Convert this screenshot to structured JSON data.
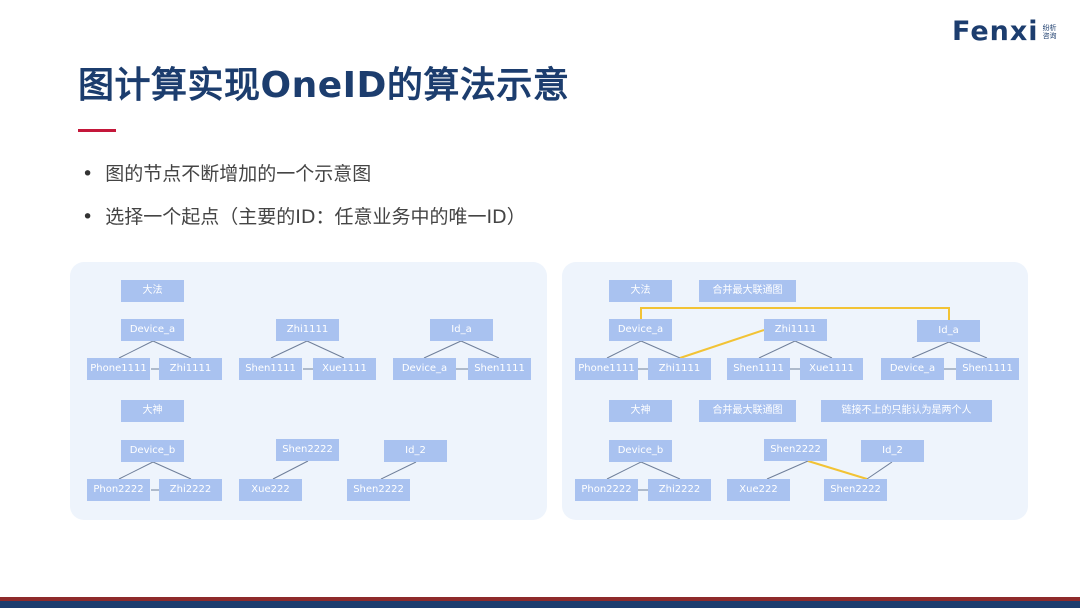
{
  "logo": {
    "main": "Fenxi",
    "sub": "纷析咨询"
  },
  "title": "图计算实现OneID的算法示意",
  "bullets": [
    "图的节点不断增加的一个示意图",
    "选择一个起点（主要的ID：任意业务中的唯一ID）"
  ],
  "colors": {
    "title": "#1c3d6e",
    "accent": "#c4173a",
    "node": "#a9c2f0",
    "merge_edge": "#f2c335",
    "edge": "#6f7f9a"
  },
  "left_panel": {
    "group1_label": "大法",
    "tree1": {
      "root": "Device_a",
      "children": [
        "Phone1111",
        "Zhi1111"
      ]
    },
    "tree2": {
      "root": "Zhi1111",
      "children": [
        "Shen1111",
        "Xue1111"
      ]
    },
    "tree3": {
      "root": "Id_a",
      "children": [
        "Device_a",
        "Shen1111"
      ]
    },
    "group2_label": "大神",
    "tree4": {
      "root": "Device_b",
      "children": [
        "Phon2222",
        "Zhi2222"
      ]
    },
    "tree5": {
      "root": "Shen2222",
      "children": [
        "Xue222"
      ]
    },
    "tree6": {
      "root": "Id_2",
      "children": [
        "Shen2222"
      ]
    }
  },
  "right_panel": {
    "group1_label": "大法",
    "group1_note": "合并最大联通图",
    "tree1": {
      "root": "Device_a",
      "children": [
        "Phone1111",
        "Zhi1111"
      ]
    },
    "tree2": {
      "root": "Zhi1111",
      "children": [
        "Shen1111",
        "Xue1111"
      ]
    },
    "tree3": {
      "root": "Id_a",
      "children": [
        "Device_a",
        "Shen1111"
      ]
    },
    "group2_label": "大神",
    "group2_note": "合并最大联通图",
    "group2_note2": "链接不上的只能认为是两个人",
    "tree4": {
      "root": "Device_b",
      "children": [
        "Phon2222",
        "Zhi2222"
      ]
    },
    "tree5": {
      "root": "Shen2222",
      "children": [
        "Xue222"
      ]
    },
    "tree6": {
      "root": "Id_2",
      "children": [
        "Shen2222"
      ]
    }
  }
}
